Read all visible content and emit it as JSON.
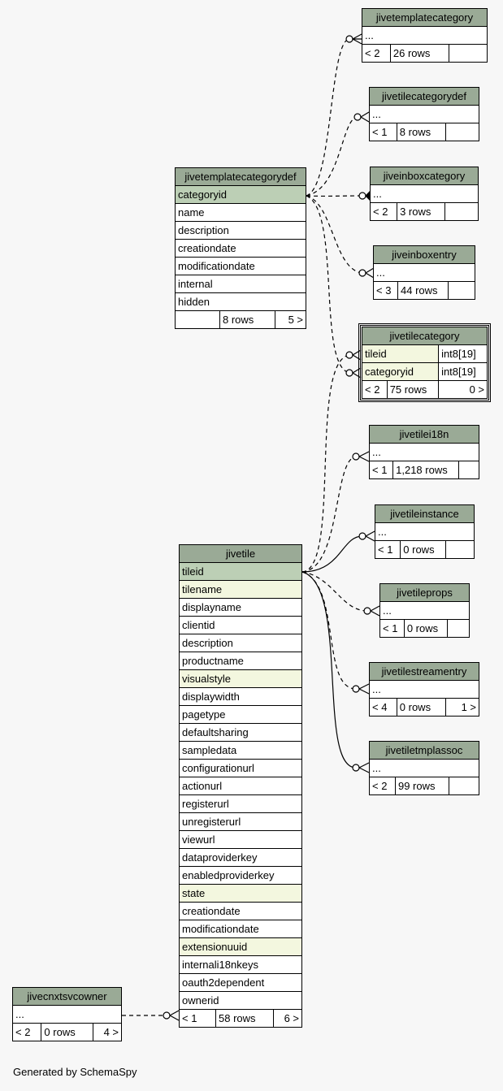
{
  "footer": "Generated by SchemaSpy",
  "tables": {
    "jivetemplatecategory": {
      "name": "jivetemplatecategory",
      "cols": [
        "..."
      ],
      "parents": "< 2",
      "rows": "26 rows",
      "children": ""
    },
    "jivetilecategorydef": {
      "name": "jivetilecategorydef",
      "cols": [
        "..."
      ],
      "parents": "< 1",
      "rows": "8 rows",
      "children": ""
    },
    "jiveinboxcategory": {
      "name": "jiveinboxcategory",
      "cols": [
        "..."
      ],
      "parents": "< 2",
      "rows": "3 rows",
      "children": ""
    },
    "jiveinboxentry": {
      "name": "jiveinboxentry",
      "cols": [
        "..."
      ],
      "parents": "< 3",
      "rows": "44 rows",
      "children": ""
    },
    "jivetilecategory": {
      "name": "jivetilecategory",
      "cols": [
        "tileid",
        "categoryid"
      ],
      "types": [
        "int8[19]",
        "int8[19]"
      ],
      "parents": "< 2",
      "rows": "75 rows",
      "children": "0 >"
    },
    "jivetilei18n": {
      "name": "jivetilei18n",
      "cols": [
        "..."
      ],
      "parents": "< 1",
      "rows": "1,218 rows",
      "children": ""
    },
    "jivetileinstance": {
      "name": "jivetileinstance",
      "cols": [
        "..."
      ],
      "parents": "< 1",
      "rows": "0 rows",
      "children": ""
    },
    "jivetileprops": {
      "name": "jivetileprops",
      "cols": [
        "..."
      ],
      "parents": "< 1",
      "rows": "0 rows",
      "children": ""
    },
    "jivetilestreamentry": {
      "name": "jivetilestreamentry",
      "cols": [
        "..."
      ],
      "parents": "< 4",
      "rows": "0 rows",
      "children": "1 >"
    },
    "jivetiletmplassoc": {
      "name": "jivetiletmplassoc",
      "cols": [
        "..."
      ],
      "parents": "< 2",
      "rows": "99 rows",
      "children": ""
    },
    "jivetemplatecategorydef": {
      "name": "jivetemplatecategorydef",
      "cols": [
        "categoryid",
        "name",
        "description",
        "creationdate",
        "modificationdate",
        "internal",
        "hidden"
      ],
      "parents": "",
      "rows": "8 rows",
      "children": "5 >"
    },
    "jivetile": {
      "name": "jivetile",
      "cols": [
        "tileid",
        "tilename",
        "displayname",
        "clientid",
        "description",
        "productname",
        "visualstyle",
        "displaywidth",
        "pagetype",
        "defaultsharing",
        "sampledata",
        "configurationurl",
        "actionurl",
        "registerurl",
        "unregisterurl",
        "viewurl",
        "dataproviderkey",
        "enabledproviderkey",
        "state",
        "creationdate",
        "modificationdate",
        "extensionuuid",
        "internali18nkeys",
        "oauth2dependent",
        "ownerid"
      ],
      "parents": "< 1",
      "rows": "58 rows",
      "children": "6 >"
    },
    "jivecnxtsvcowner": {
      "name": "jivecnxtsvcowner",
      "cols": [
        "..."
      ],
      "parents": "< 2",
      "rows": "0 rows",
      "children": "4 >"
    }
  }
}
